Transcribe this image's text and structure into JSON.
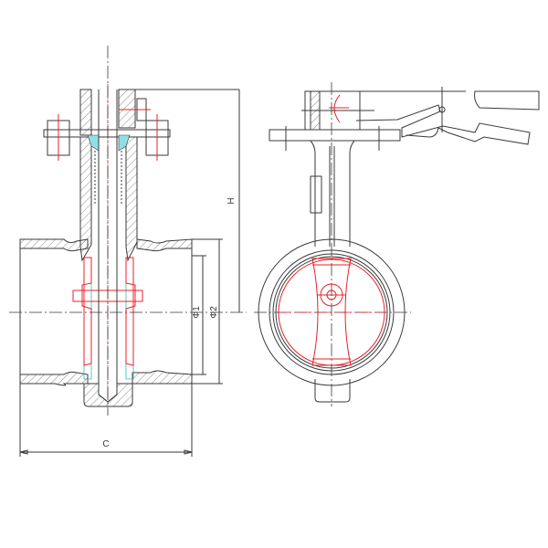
{
  "drawing": {
    "views": [
      "front-section",
      "side"
    ],
    "colors": {
      "outline": "#3a3a3a",
      "disc_and_stem": "#e8222a",
      "seat": "#36b8b8",
      "packing": "#8fe0e6"
    },
    "dimensions": {
      "height_label": "H",
      "length_label": "C",
      "diameter_1_label": "Φ1",
      "diameter_2_label": "Φ2"
    }
  }
}
